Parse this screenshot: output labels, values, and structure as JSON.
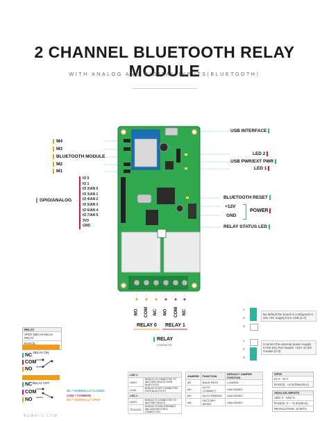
{
  "title": "2 CHANNEL BLUETOOTH RELAY MODULE",
  "subtitle": "WITH ANALOG AND DIGITAL INPUTS(BLUETOOTH)",
  "left_labels": [
    "M4",
    "M3",
    "BLUETOOTH MODULE",
    "M2",
    "M1"
  ],
  "gpio_label": "GPIO/ANALOG",
  "gpio_pins": [
    "IO 0",
    "IO 1",
    "IO 2/AN 0",
    "IO 3/AN 1",
    "IO 4/AN 2",
    "IO 5/AN 3",
    "IO 6/AN 4",
    "IO 7/AN 5",
    "3V3",
    "GND"
  ],
  "right_labels": {
    "usb": "USB INTERFACE",
    "led2": "LED 2",
    "usb_pwr": "USB PWR/EXT PWR",
    "led1": "LED 1",
    "bt_reset": "BLUETOOTH RESET",
    "v12": "+12V",
    "gnd": "GND",
    "power": "POWER",
    "relay_led": "RELAY STATUS LED"
  },
  "terminal_labels": [
    "NO",
    "COM",
    "NC",
    "NO",
    "COM",
    "NC"
  ],
  "relay0": "RELAY 0",
  "relay1": "RELAY 1",
  "relay_title": "RELAY",
  "relay_sub": "CONTACTS",
  "jumper1": {
    "nums": [
      "1",
      "2",
      "3"
    ],
    "text": "By default the board is configured to use +5V supply from USB [1-2]"
  },
  "jumper2": {
    "nums": [
      "1",
      "2",
      "3"
    ],
    "text": "Connect the external power supply to the Ext_Pwr header +12V on the module [2-3]"
  },
  "relay_spec": {
    "head": "RELAY",
    "rows": [
      "SPDT MECHANICAL RELAY",
      "RANGE: 10A/277VAC/30VDC"
    ]
  },
  "relay_on": "RELAY ON",
  "relay_off": "RELAY OFF",
  "contacts": [
    "NC",
    "COM",
    "NO"
  ],
  "legend": [
    "NC = NORMALLY CLOSED",
    "COM = COMMON",
    "NO = NORMALLY OPEN"
  ],
  "led_table": {
    "led1_head": "LED 1",
    "led1_rows": [
      [
        "HIGH",
        "MODULE IS CONNECTED TO ANOTHER DEVICE OVER BLUETOOTH"
      ],
      [
        "LOW",
        "MODULE IS NOT CONNECTED OVER BLUETOOTH"
      ]
    ],
    "led2_head": "LED 2",
    "led2_rows": [
      [
        "HIGH",
        "MODULE IS CONNECTED TO ANOTHER DEVICE"
      ],
      [
        "TOGGLE",
        "MODULE IS DISCOVERABLE AND WAITING FOR A CONNECTION"
      ]
    ]
  },
  "jumper_table": {
    "headers": [
      "JUMPER",
      "FUNCTION",
      "DEFAULT JUMPER POSITION"
    ],
    "rows": [
      [
        "M1",
        "BAUD RATE",
        "LOADED"
      ],
      [
        "M2",
        "AUTO CONNECT",
        "UNLOADED"
      ],
      [
        "M3",
        "AUTO PAIRING",
        "UNLOADED"
      ],
      [
        "M4",
        "FACTORY RESET",
        "UNLOADED"
      ]
    ]
  },
  "gpio_spec": {
    "head": "GPIO",
    "rows": [
      "IO 0 - IO 7",
      "RANGE: +3.3V(Max3mA)"
    ]
  },
  "analog_spec": {
    "head": "ANALOG INPUTS",
    "rows": [
      "ADC 0 - ADC 6",
      "RANGE: 0 - +3.3V(MAX)",
      "RESOLUTION: 10 BITS"
    ]
  },
  "footer": "NUMATO.COM",
  "colors": {
    "teal": "#2db39e",
    "magenta": "#c2185b",
    "orange": "#f39c12",
    "board": "#2fa84f"
  }
}
